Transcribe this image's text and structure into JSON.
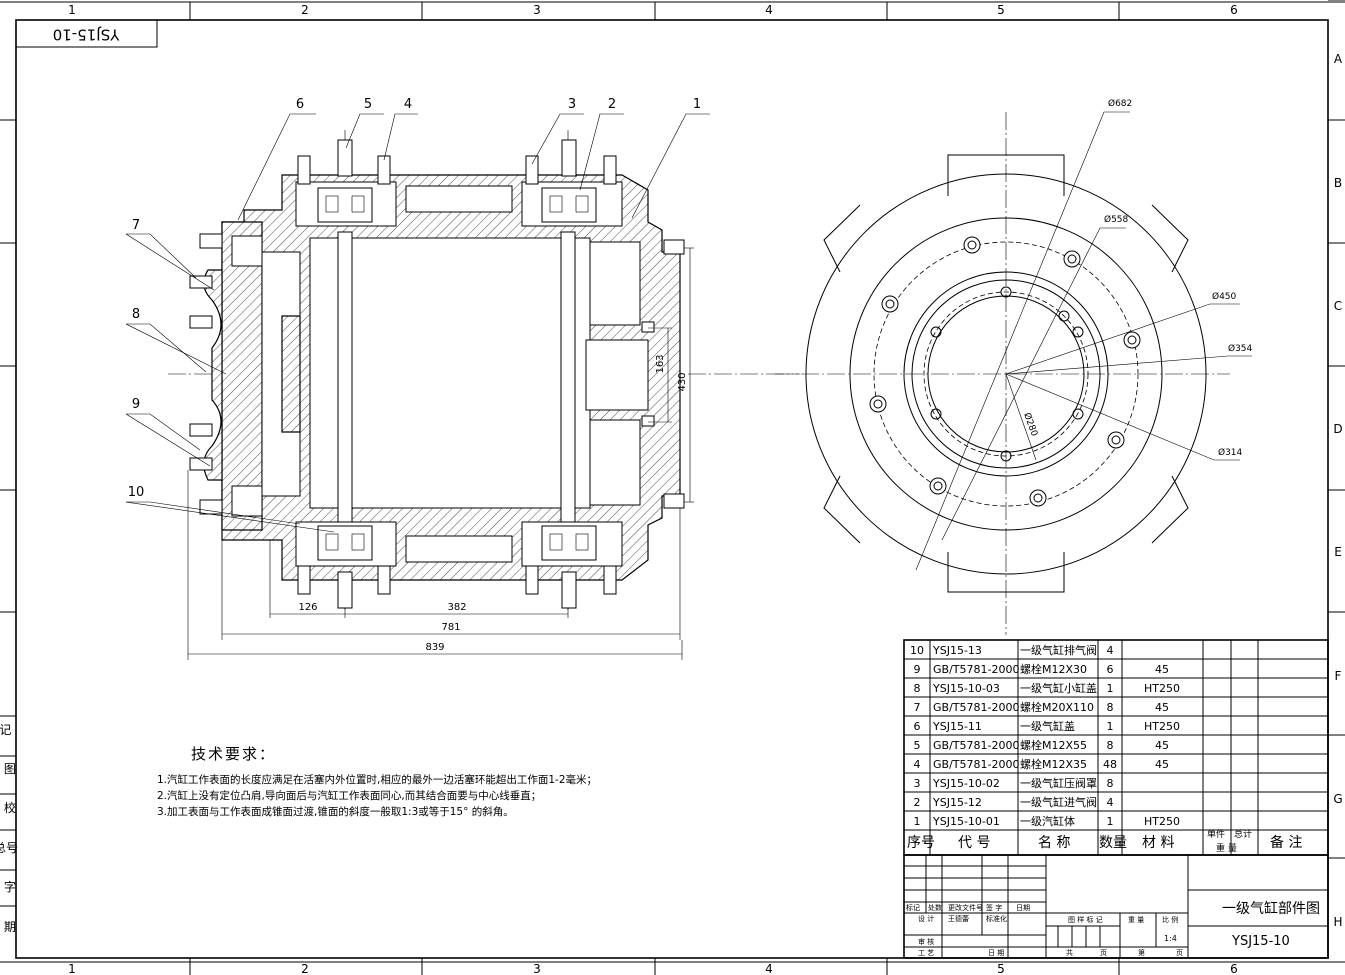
{
  "drawing": {
    "corner_code": "YSJ15-10",
    "grid_cols": [
      "1",
      "2",
      "3",
      "4",
      "5",
      "6"
    ],
    "grid_rows": [
      "A",
      "B",
      "C",
      "D",
      "E",
      "F",
      "G",
      "H"
    ],
    "left_margin_labels": [
      "借(通)用件登记",
      "描 图",
      "描 校",
      "旧底图总号",
      "签 字",
      "日 期"
    ]
  },
  "front_view": {
    "balloons": [
      "1",
      "2",
      "3",
      "4",
      "5",
      "6",
      "7",
      "8",
      "9",
      "10"
    ],
    "dims": {
      "d163": "163",
      "d430": "430",
      "d126": "126",
      "d382": "382",
      "d781": "781",
      "d839": "839"
    }
  },
  "side_view": {
    "dims": {
      "d682": "Ø682",
      "d558": "Ø558",
      "d450": "Ø450",
      "d354": "Ø354",
      "d314": "Ø314",
      "d280": "Ø280"
    }
  },
  "bom": {
    "headers": {
      "no": "序号",
      "code": "代 号",
      "name": "名 称",
      "qty": "数量",
      "material": "材 料",
      "unit_weight": "单件",
      "total_weight": "总计",
      "weight": "重 量",
      "remark": "备 注"
    },
    "rows": [
      {
        "no": "10",
        "code": "YSJ15-13",
        "name": "一级气缸排气阀",
        "qty": "4",
        "material": ""
      },
      {
        "no": "9",
        "code": "GB/T5781-2000",
        "name": "螺栓M12X30",
        "qty": "6",
        "material": "45"
      },
      {
        "no": "8",
        "code": "YSJ15-10-03",
        "name": "一级气缸小缸盖",
        "qty": "1",
        "material": "HT250"
      },
      {
        "no": "7",
        "code": "GB/T5781-2000",
        "name": "螺栓M20X110",
        "qty": "8",
        "material": "45"
      },
      {
        "no": "6",
        "code": "YSJ15-11",
        "name": "一级气缸盖",
        "qty": "1",
        "material": "HT250"
      },
      {
        "no": "5",
        "code": "GB/T5781-2000",
        "name": "螺栓M12X55",
        "qty": "8",
        "material": "45"
      },
      {
        "no": "4",
        "code": "GB/T5781-2000",
        "name": "螺栓M12X35",
        "qty": "48",
        "material": "45"
      },
      {
        "no": "3",
        "code": "YSJ15-10-02",
        "name": "一级气缸压阀罩",
        "qty": "8",
        "material": ""
      },
      {
        "no": "2",
        "code": "YSJ15-12",
        "name": "一级气缸进气阀",
        "qty": "4",
        "material": ""
      },
      {
        "no": "1",
        "code": "YSJ15-10-01",
        "name": "一级汽缸体",
        "qty": "1",
        "material": "HT250"
      }
    ]
  },
  "title_block": {
    "part_name": "一级气缸部件图",
    "part_code": "YSJ15-10",
    "scale": "1:4",
    "labels": {
      "mark": "标记",
      "count": "处数",
      "doc": "更改文件号",
      "sign": "签 字",
      "date": "日期",
      "design": "设 计",
      "designer": "王德蕾",
      "standard": "标准化",
      "check": "审 核",
      "process": "工 艺",
      "date2": "日 期",
      "figure_mark": "图 样 标 记",
      "weight": "重 量",
      "scale_label": "比 例",
      "total": "共",
      "page": "页",
      "of": "第",
      "page2": "页"
    }
  },
  "tech_requirements": {
    "title": "技术要求：",
    "items": [
      "1.汽缸工作表面的长度应满足在活塞内外位置时,相应的最外一边活塞环能超出工作面1-2毫米；",
      "2.汽缸上没有定位凸肩,导向面后与汽缸工作表面同心,而其结合面要与中心线垂直；",
      "3.加工表面与工作表面成锥面过渡,锥面的斜度一般取1:3或等于15° 的斜角。"
    ]
  }
}
